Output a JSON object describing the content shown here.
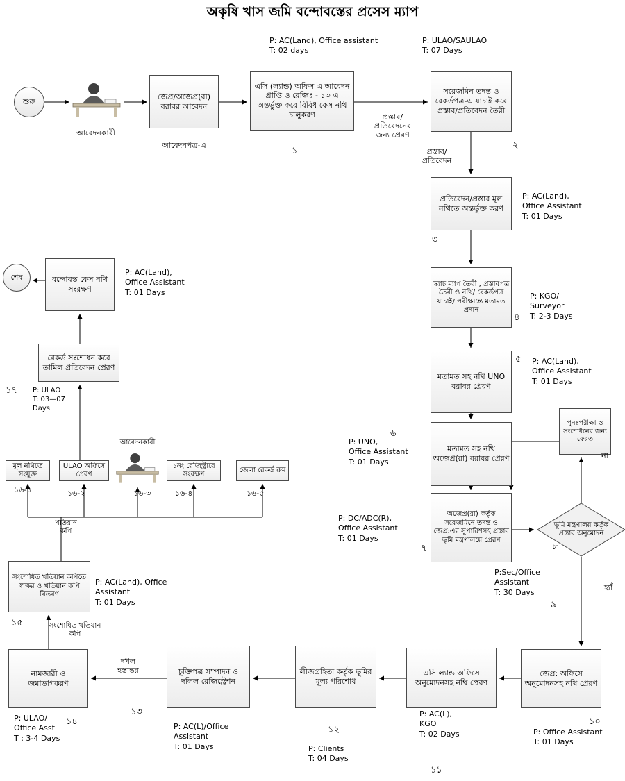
{
  "title": "অকৃষি খাস জমি বন্দোবস্তের প্রসেস ম্যাপ",
  "terminals": {
    "start": "শুরু",
    "end": "শেষ"
  },
  "actors": {
    "applicant_top": "আবেদনকারী",
    "applicant_mid": "আবেদনকারী"
  },
  "edges": {
    "application_form": "আবেদনপত্র-এ",
    "proposal_send": "প্রস্তাব/\nপ্রতিবেদনের\nজন্য প্রেরণ",
    "proposal": "প্রস্তাব/\nপ্রতিবেদন",
    "no": "না",
    "yes": "হ্যাঁ",
    "possession": "দখল\nহস্তান্তর",
    "corrected_khatian_copy": "সংশোধিত খতিয়ান\nকপি",
    "khatian_copy": "খতিয়ান\nকপি"
  },
  "steps": {
    "application": {
      "label": "জেপ্র/অজেপ্র(রা) বরাবর আবেদন"
    },
    "s1": {
      "label": "এসি (ল্যান্ড) অফিস এ আবেদন প্রাপ্তি ও রেজিঃ - ১৩ এ অন্তর্ভুক্ত করে বিবিধ কেস নথি চালুকরণ",
      "note": "P: AC(Land), Office assistant\nT: 02 days",
      "num": "১"
    },
    "s2": {
      "label": "সরেজমিন তদন্ত ও রেকর্ডপত্র-এ যাচাই করে প্রস্তাব/প্রতিবেদন তৈরী",
      "note": "P: ULAO/SAULAO\nT: 07 Days",
      "num": "২"
    },
    "s3": {
      "label": "প্রতিবেদন/প্রস্তাব মূল নথিতে অন্তর্ভুক্ত করণ",
      "note": "P:  AC(Land),\nOffice Assistant\nT:  01 Days",
      "num": "৩"
    },
    "s4": {
      "label": "স্ক্যাচ ম্যাপ তৈরী , প্রস্তাবপত্র তৈরী ও নথি/ রেকর্ডপত্র যাচাই/ পরীক্ষান্তে মতামত প্রদান",
      "note": "P: KGO/\nSurveyor\nT: 2-3 Days",
      "num": "৪"
    },
    "s5": {
      "label": "মতামত সহ নথি UNO বরাবর প্রেরণ",
      "note": "P:  AC(Land),\nOffice Assistant\nT:  01 Days",
      "num": "৫"
    },
    "s6": {
      "label": "মতামত সহ নথি অজেপ্র(রা) বরাবর প্রেরণ",
      "note": "P:  UNO,\nOffice Assistant\nT:  01 Days",
      "num": "৬"
    },
    "s7": {
      "label": "অজেপ্র(রা) কর্তৃক সরেজমিনে তদন্ত ও জেপ্র:এর সুপারিশসহ প্রস্তাব ভূমি মন্ত্রণালয়ে প্রেরণ",
      "note": "P:  DC/ADC(R),\nOffice Assistant\nT:  01 Days",
      "num": "৭"
    },
    "s8": {
      "label": "ভূমি মন্ত্রণালয় কর্তৃক প্রস্তাব অনুমোদন",
      "num": "৮"
    },
    "s9": {
      "note": "P:Sec/Office\nAssistant\nT:  30 Days",
      "num": "৯"
    },
    "return_box": {
      "label": "পুনঃপরীক্ষা ও সংশোধনের জন্য ফেরত"
    },
    "s10": {
      "label": "জেপ্র: অফিসে অনুমোদনসহ নথি প্রেরণ",
      "note": "P:  Office Assistant\nT:  01 Days",
      "num": "১০"
    },
    "s11": {
      "label": "এসি ল্যান্ড অফিসে অনুমোদনসহ নথি প্রেরণ",
      "note": "P: AC(L),\nKGO\nT: 02 Days",
      "num": "১১"
    },
    "s12": {
      "label": "লীজগ্রহিতা কর্তৃক ভূমির মূল্য পরিশোধ",
      "note": "P: Clients\nT: 04 Days",
      "num": "১২"
    },
    "s13": {
      "label": "চুক্তিপত্র সম্পাদন ও দলিল রেজিস্ট্রেশন",
      "note": "P: AC(L)/Office\nAssistant\nT: 01 Days",
      "num": "১৩"
    },
    "s14": {
      "label": "নামজারী ও জমাভাগকরণ",
      "note": "P: ULAO/\nOffice Asst\nT : 3-4 Days",
      "num": "১৪"
    },
    "s15": {
      "label": "সংশোধিত খতিয়ান কপিতে স্বাক্ষর ও খতিয়ান কপি বিতরণ",
      "note": "P: AC(Land), Office\nAssistant\nT: 01 Days",
      "num": "১৫"
    },
    "s16_1": {
      "label": "মূল নথিতে সংযুক্ত",
      "num": "১৬-১"
    },
    "s16_2": {
      "label": "ULAO অফিসে প্রেরণ",
      "num": "১৬-২"
    },
    "s16_3": {
      "num": "১৬-৩"
    },
    "s16_4": {
      "label": "১নং রেজিস্ট্রারে সংরক্ষণ",
      "num": "১৬-৪"
    },
    "s16_5": {
      "label": "জেলা রেকর্ড রুম",
      "num": "১৬-৫"
    },
    "s17": {
      "label": "রেকর্ড সংশোধন করে তামিল প্রতিবেদন প্রেরণ",
      "note": "P: ULAO\nT: 03—07\nDays",
      "num": "১৭"
    },
    "s18": {
      "label": "বন্দোবস্ত কেস নথি সংরক্ষণ",
      "note": "P:  AC(Land),\nOffice Assistant\nT:  01 Days"
    }
  }
}
